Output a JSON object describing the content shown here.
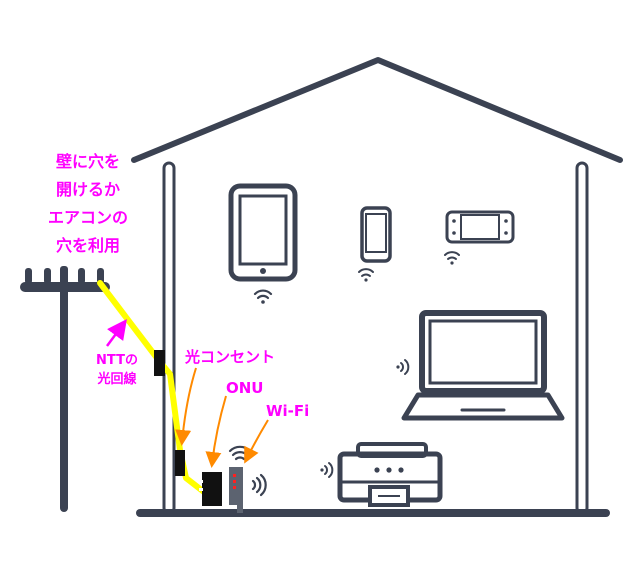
{
  "labels": {
    "wall_hole_lines": [
      "壁に穴を",
      "開けるか",
      "エアコンの",
      "穴を利用"
    ],
    "ntt_line": [
      "NTTの",
      "光回線"
    ],
    "optical_outlet": "光コンセント",
    "onu": "ONU",
    "wifi": "Wi-Fi"
  },
  "colors": {
    "house": "#3b4252",
    "cable": "#ffff00",
    "magenta": "#ff00ff",
    "orange": "#ff8a00",
    "router_led": "#ff2020"
  },
  "icons": [
    "utility-pole-icon",
    "tablet-icon",
    "smartphone-icon",
    "game-console-icon",
    "laptop-icon",
    "printer-icon",
    "wifi-router-icon",
    "onu-icon",
    "wireless-signal-icon"
  ]
}
